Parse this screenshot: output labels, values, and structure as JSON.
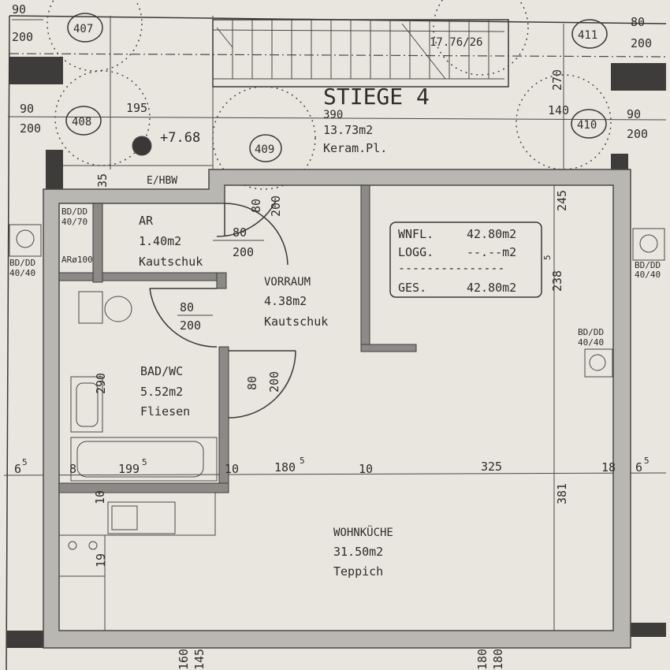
{
  "title": "STIEGE 4",
  "stair": {
    "area": "13.73m2",
    "floor": "Keram.Pl.",
    "dim": "390",
    "steps": "17.76/26",
    "elevation": "+7.68"
  },
  "door_tags": [
    "407",
    "408",
    "409",
    "410",
    "411"
  ],
  "labels": {
    "ehbw": "E/HBW",
    "ar_pipe": "ARø100",
    "bd_tl": "BD/DD",
    "bd_tl2": "40/70",
    "bd_left": "BD/DD",
    "bd_left2": "40/40",
    "bd_right": "BD/DD",
    "bd_right2": "40/40",
    "bd_inner": "BD/DD",
    "bd_inner2": "40/40"
  },
  "rooms": [
    {
      "name": "AR",
      "area": "1.40m2",
      "floor": "Kautschuk"
    },
    {
      "name": "VORRAUM",
      "area": "4.38m2",
      "floor": "Kautschuk"
    },
    {
      "name": "BAD/WC",
      "area": "5.52m2",
      "floor": "Fliesen"
    },
    {
      "name": "WOHNKÜCHE",
      "area": "31.50m2",
      "floor": "Teppich"
    }
  ],
  "summary": {
    "wnfl_label": "WNFL.",
    "wnfl_value": "42.80m2",
    "logg_label": "LOGG.",
    "logg_value": "--.--m2",
    "separator": "---------------",
    "ges_label": "GES.",
    "ges_value": "42.80m2"
  },
  "doors": [
    {
      "w": "90",
      "h": "200"
    },
    {
      "w": "90",
      "h": "200"
    },
    {
      "w": "90",
      "h": "200"
    },
    {
      "w": "80",
      "h": "200"
    },
    {
      "w": "80",
      "h": "200"
    },
    {
      "w": "80",
      "h": "200"
    },
    {
      "w": "80",
      "h": "200"
    },
    {
      "w": "80",
      "h": "200"
    }
  ],
  "dims": {
    "d195": "195",
    "d35": "35",
    "d140": "140",
    "d270": "270",
    "d245": "245",
    "d238": "238",
    "d238s": "5",
    "d6l": "6",
    "d6ls": "5",
    "d8": "8",
    "d199": "199",
    "d199s": "5",
    "d10a": "10",
    "d180": "180",
    "d180s": "5",
    "d10b": "10",
    "d325": "325",
    "d18": "18",
    "d6r": "6",
    "d6rs": "5",
    "d381": "381",
    "d290": "290",
    "d10c": "10",
    "d19": "19",
    "d160": "160",
    "d145": "145",
    "d180b": "180",
    "d180c": "180"
  }
}
